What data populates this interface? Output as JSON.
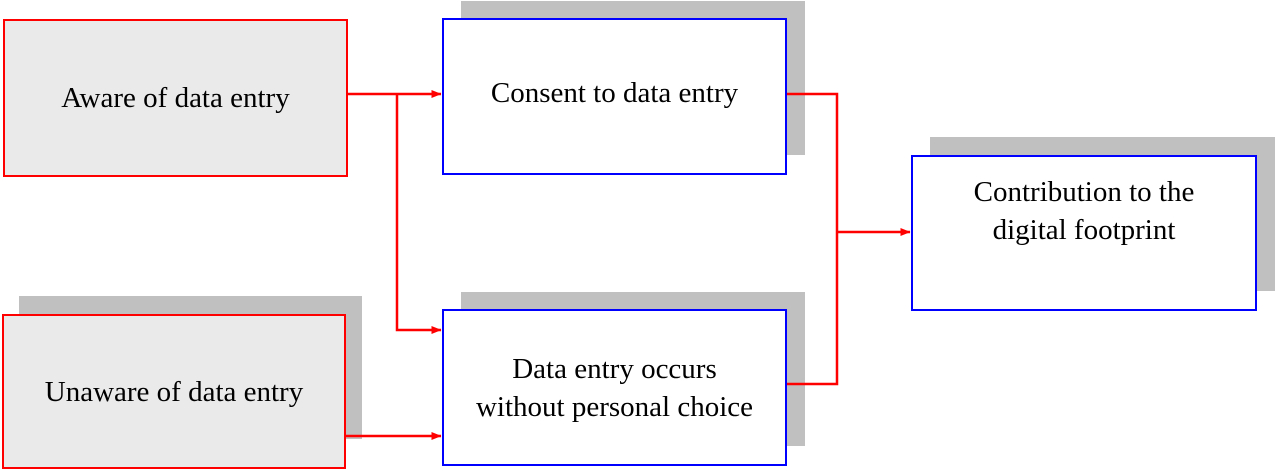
{
  "diagram": {
    "nodes": {
      "aware": {
        "label": "Aware of data entry"
      },
      "unaware": {
        "label": "Unaware of data entry"
      },
      "consent": {
        "label": "Consent to data entry"
      },
      "no_choice": {
        "label": "Data entry occurs without personal choice"
      },
      "footprint": {
        "label": "Contribution to the digital footprint"
      }
    },
    "edges": [
      {
        "from": "aware",
        "to": "consent"
      },
      {
        "from": "aware",
        "to": "no_choice"
      },
      {
        "from": "unaware",
        "to": "no_choice"
      },
      {
        "from": "consent",
        "to": "footprint"
      },
      {
        "from": "no_choice",
        "to": "footprint"
      }
    ],
    "colors": {
      "source_border": "#ff0000",
      "source_fill": "#eaeaea",
      "process_border": "#0000ff",
      "shadow": "#c0c0c0",
      "connector": "#ff0000"
    }
  }
}
